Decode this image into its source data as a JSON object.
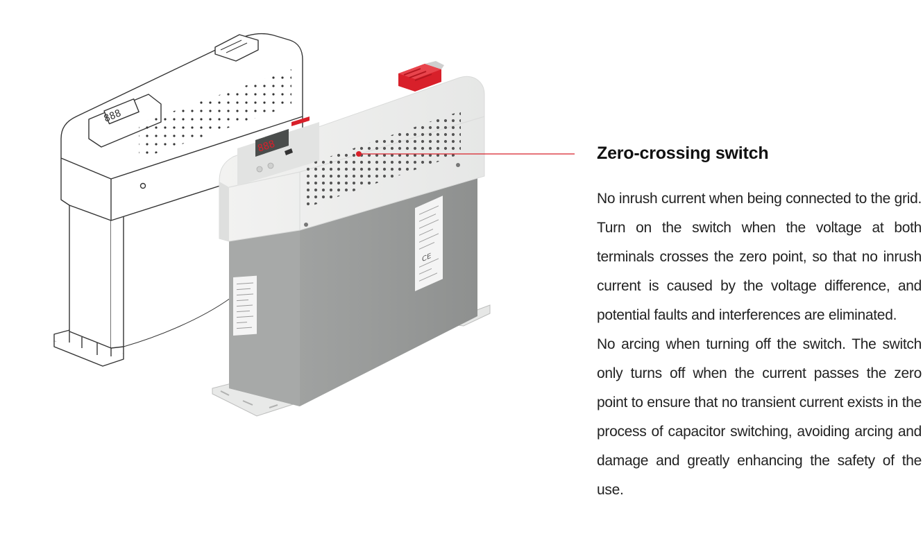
{
  "section": {
    "title": "Zero-crossing switch",
    "paragraphs": [
      "No inrush current when being connected to the grid. Turn on the switch when the voltage at both terminals crosses the zero point, so that no inrush current is caused by the voltage difference, and potential faults and interferences are eliminated.",
      "No arcing when turning off the switch. The switch only turns off when the current passes the zero point to ensure that no transient current exists in the process of capacitor switching, avoiding arcing and damage and greatly enhancing the safety of the use."
    ]
  },
  "display": {
    "digits": "888"
  },
  "colors": {
    "accent": "#d8202a",
    "upper_body": "#eeeeed",
    "lower_body": "#9c9e9d",
    "outline": "#333333"
  }
}
